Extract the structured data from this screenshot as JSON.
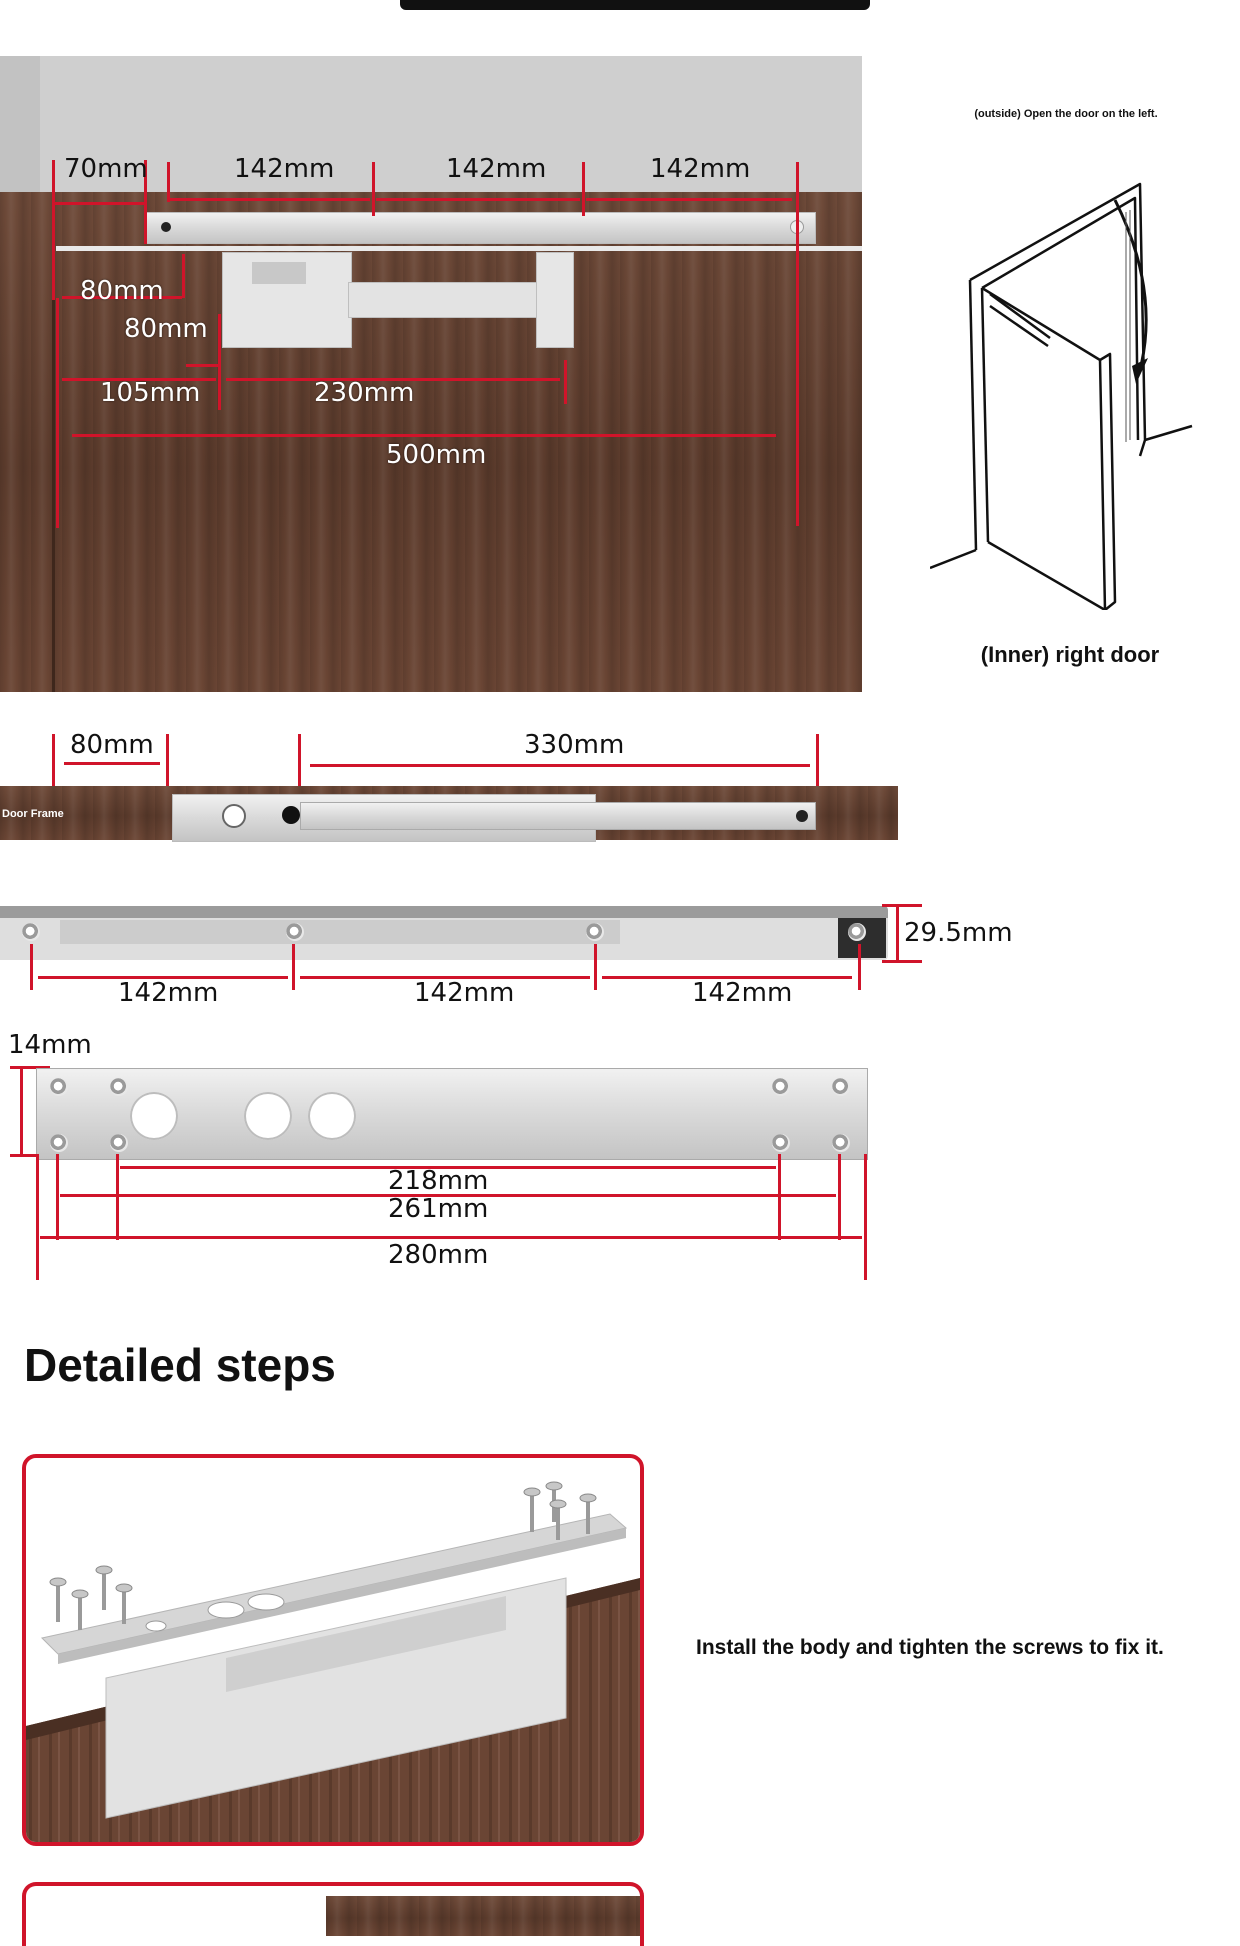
{
  "dimensions": {
    "top": {
      "d70": "70mm",
      "d142a": "142mm",
      "d142b": "142mm",
      "d142c": "142mm",
      "d80a": "80mm",
      "d80b": "80mm",
      "d105": "105mm",
      "d230": "230mm",
      "d500": "500mm"
    },
    "frame": {
      "d80": "80mm",
      "d330": "330mm",
      "frame_label": "Door Frame"
    },
    "rail": {
      "h29": "29.5mm",
      "d142a": "142mm",
      "d142b": "142mm",
      "d142c": "142mm"
    },
    "plate": {
      "d14": "14mm",
      "d218": "218mm",
      "d261": "261mm",
      "d280": "280mm"
    }
  },
  "door_illustration": {
    "top_caption": "(outside) Open the door on the left.",
    "bottom_caption": "(Inner) right door"
  },
  "steps": {
    "heading": "Detailed steps",
    "step1_caption": "Install the body and tighten the screws to fix it."
  },
  "colors": {
    "accent_red": "#d0142a",
    "wood": "#5f3f2f",
    "metal": "#d9d9d9"
  }
}
